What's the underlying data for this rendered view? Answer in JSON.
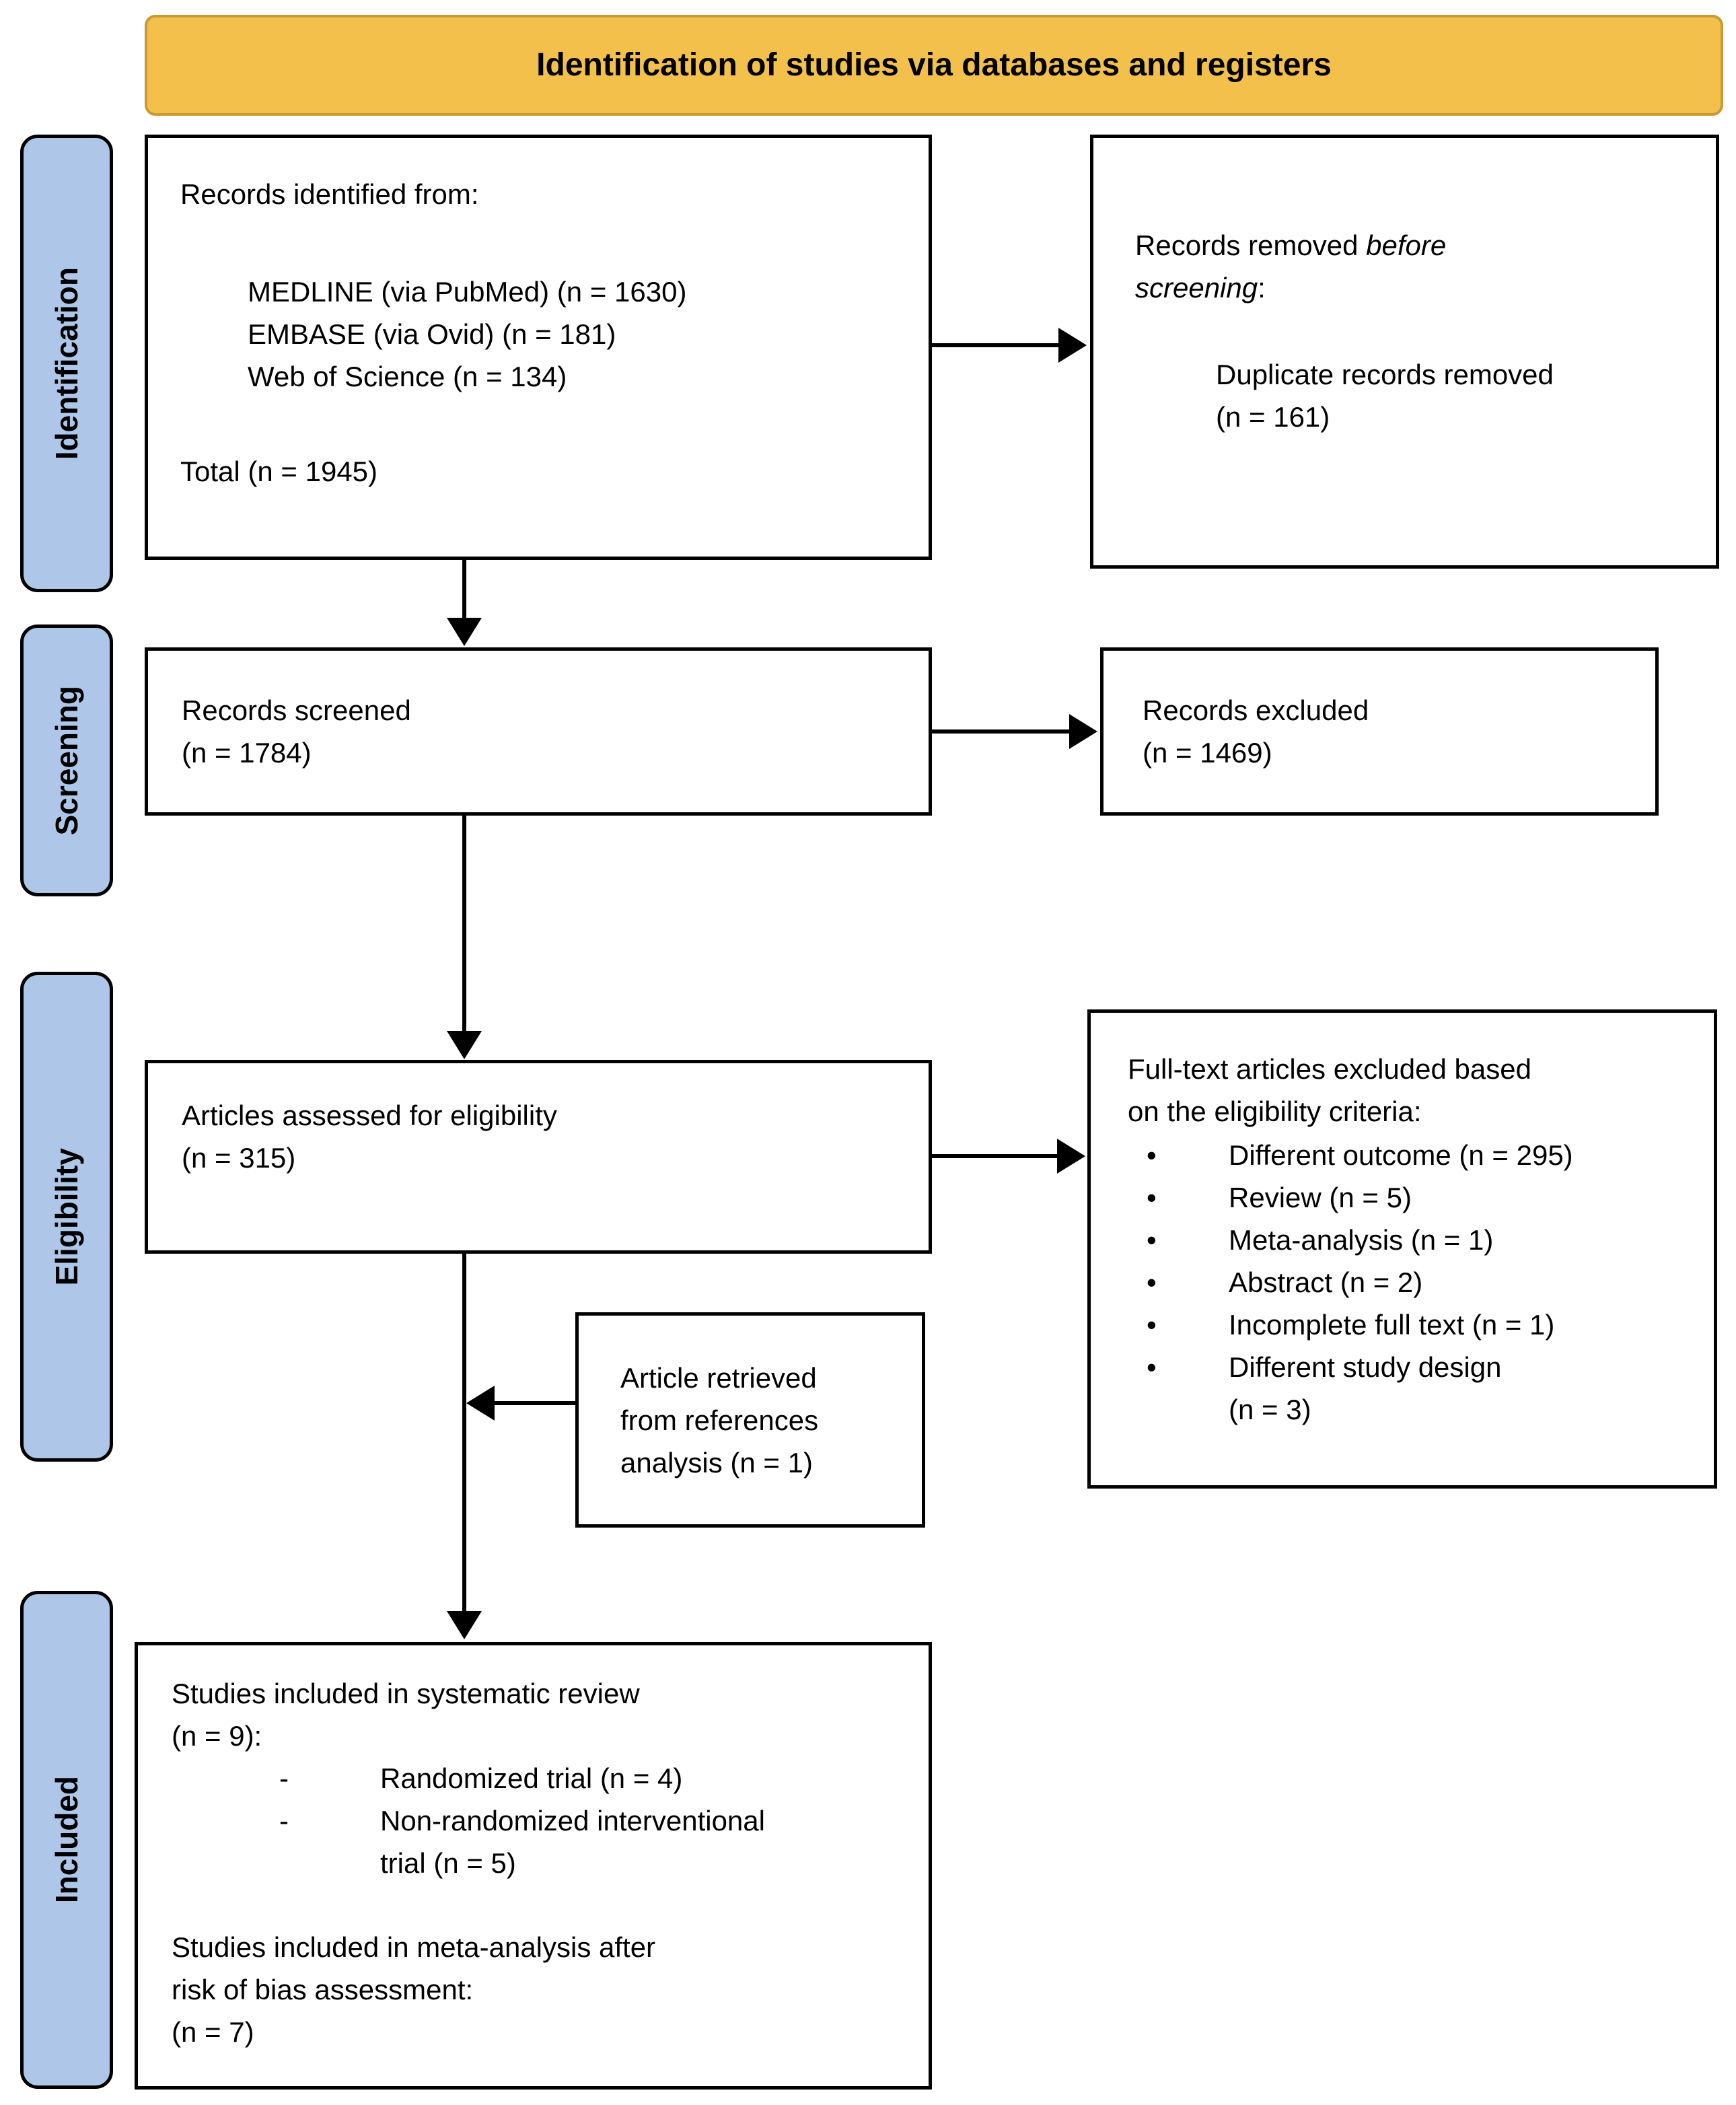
{
  "banner": {
    "title": "Identification of studies via databases and registers"
  },
  "sidebar": {
    "identification": "Identification",
    "screening": "Screening",
    "eligibility": "Eligibility",
    "included": "Included"
  },
  "colors": {
    "banner_fill": "#F3C14B",
    "banner_border": "#C79A33",
    "stage_fill": "#AEC7E8",
    "box_border": "#000000"
  },
  "boxes": {
    "records_identified": {
      "intro": "Records identified from:",
      "databases": [
        "MEDLINE (via PubMed) (n = 1630)",
        "EMBASE (via Ovid) (n = 181)",
        "Web of Science (n = 134)"
      ],
      "total": "Total (n = 1945)"
    },
    "records_removed": {
      "prefix": "Records removed ",
      "italic_line1": "before",
      "italic_line2": "screening",
      "suffix": ":",
      "detail_line1": "Duplicate records removed",
      "detail_line2": "(n = 161)"
    },
    "records_screened": {
      "line1": "Records screened",
      "line2": "(n = 1784)"
    },
    "records_excluded": {
      "line1": "Records excluded",
      "line2": "(n = 1469)"
    },
    "articles_assessed": {
      "line1": "Articles assessed for eligibility",
      "line2": "(n = 315)"
    },
    "fulltext_excluded": {
      "heading_line1": "Full-text articles excluded based",
      "heading_line2": "on the eligibility criteria:",
      "reasons": [
        "Different outcome (n = 295)",
        "Review (n = 5)",
        "Meta-analysis (n = 1)",
        "Abstract (n = 2)",
        "Incomplete full text (n = 1)",
        "Different study design"
      ],
      "last_reason_continuation": "(n = 3)"
    },
    "article_retrieved": {
      "text": "Article retrieved from references analysis (n = 1)"
    },
    "included_box": {
      "line1": "Studies included in systematic review",
      "line2": "(n = 9):",
      "types": [
        {
          "line1": "Randomized trial (n = 4)",
          "line2": ""
        },
        {
          "line1": "Non-randomized interventional",
          "line2": "trial (n = 5)"
        }
      ],
      "meta_line1": "Studies included in meta-analysis after",
      "meta_line2": "risk of bias assessment:",
      "meta_line3": "(n = 7)"
    }
  }
}
